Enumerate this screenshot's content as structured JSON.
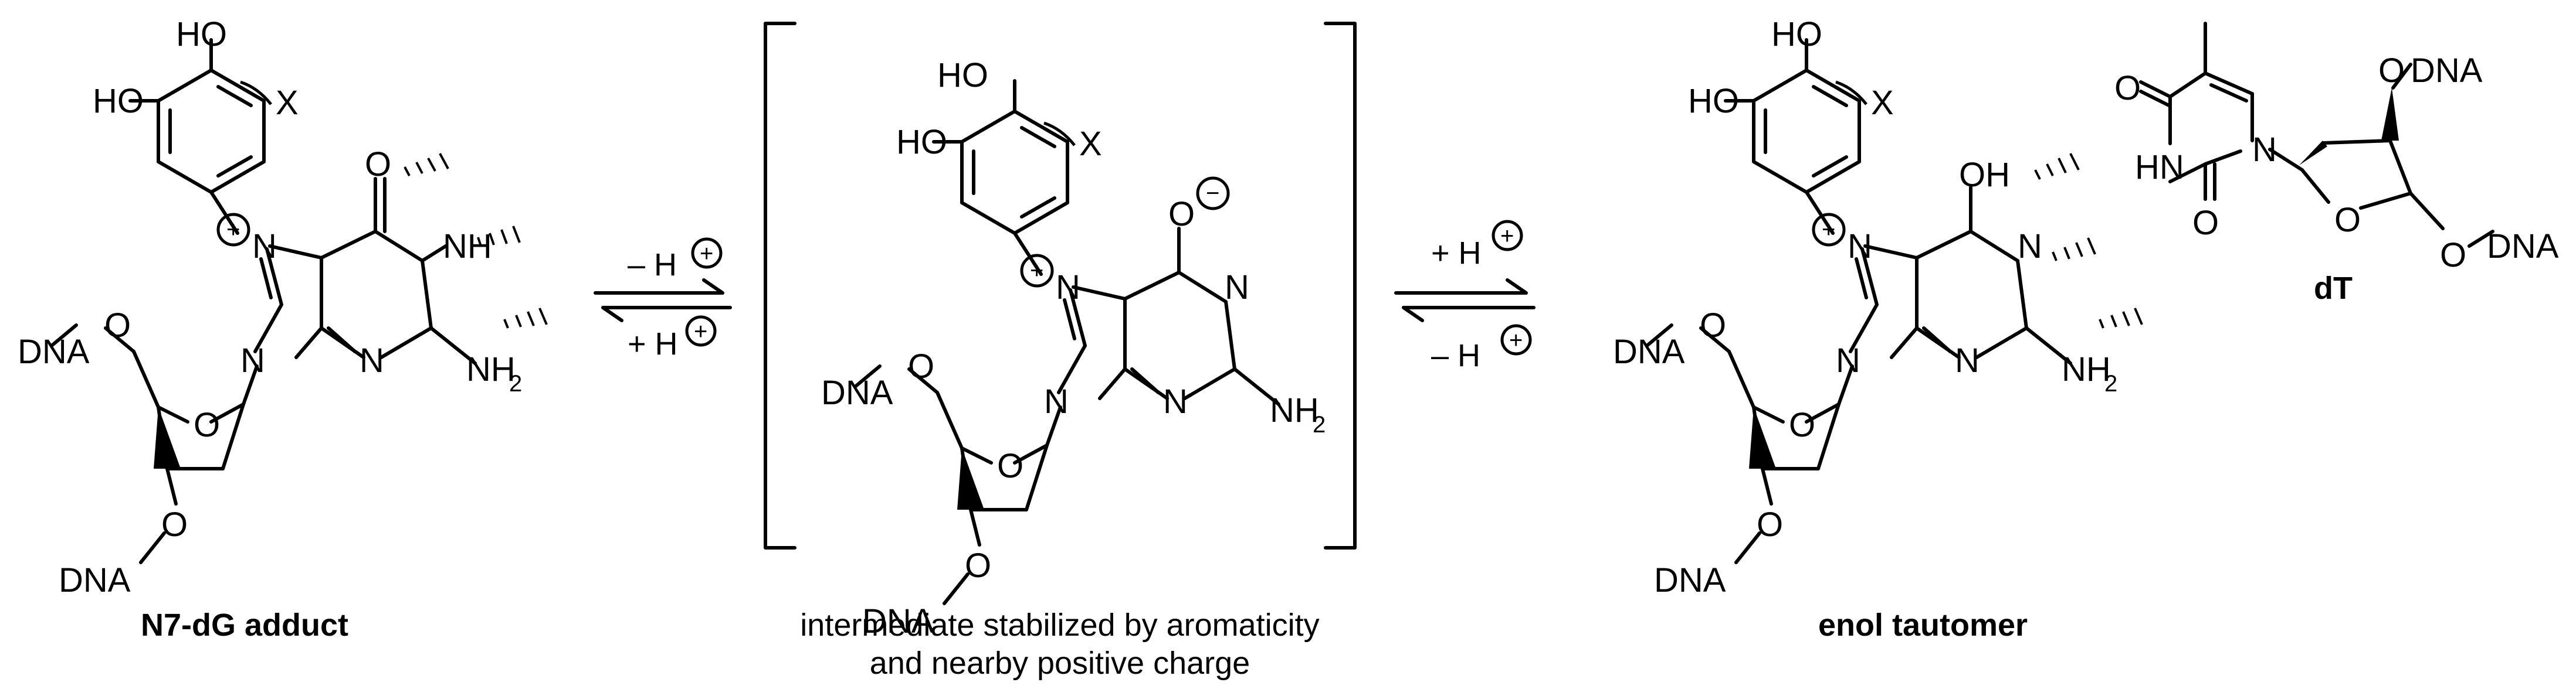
{
  "atoms": {
    "hydroxyl": "HO",
    "x": "X",
    "o": "O",
    "oh": "OH",
    "nh": "NH",
    "hn": "HN",
    "n": "N",
    "nh2_main": "NH",
    "nh2_sub": "2",
    "dna": "DNA",
    "plus": "+",
    "minus": "−"
  },
  "arrows": {
    "first_top": "– H",
    "first_bottom": "+ H",
    "second_top": "+ H",
    "second_bottom": "– H"
  },
  "labels": {
    "left": "N7-dG adduct",
    "middle_line1": "intermediate stabilized by aromaticity",
    "middle_line2": "and nearby positive charge",
    "right": "enol tautomer",
    "dt": "dT"
  }
}
